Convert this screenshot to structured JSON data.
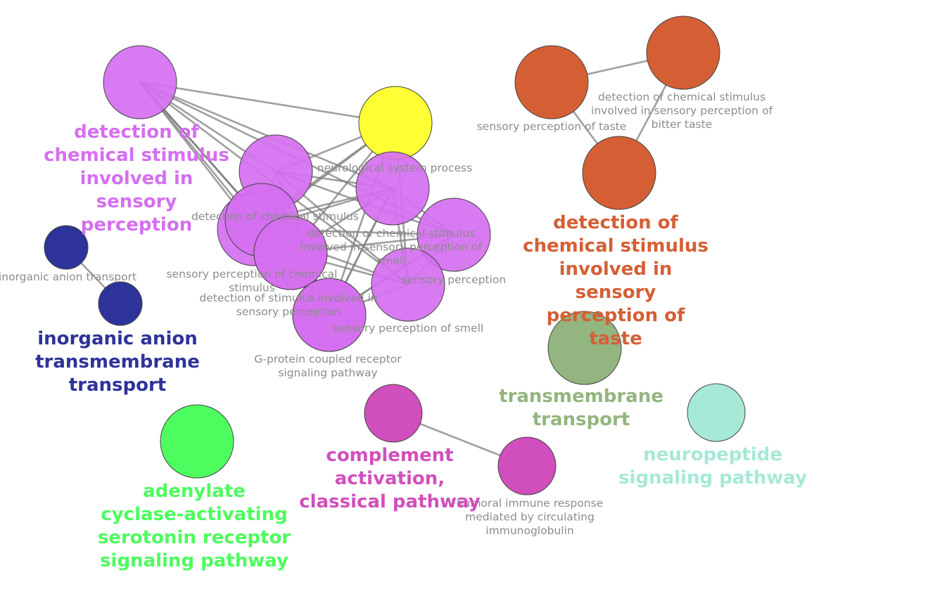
{
  "colors": {
    "violet": "#d56ff0",
    "yellow": "#ffff33",
    "orange": "#d55f35",
    "navy": "#2e3399",
    "sage": "#93b57f",
    "magenta": "#d14fbc",
    "green": "#4dfc5e",
    "mint": "#a6e9d7",
    "edge": "#7f7f7f",
    "node_label": "#8c8c8c"
  },
  "nodes": [
    {
      "id": "n1",
      "label": [],
      "color": "violet"
    },
    {
      "id": "n2",
      "label": [],
      "color": "yellow"
    },
    {
      "id": "n3",
      "label": [
        "neurological system process"
      ],
      "color": "violet"
    },
    {
      "id": "n4",
      "label": [],
      "color": "violet"
    },
    {
      "id": "n5",
      "label": [
        "detection of chemical stimulus"
      ],
      "color": "violet"
    },
    {
      "id": "n6",
      "label": [
        "detection of chemical stimulus",
        "involved in sensory perception of",
        "smell"
      ],
      "color": "violet"
    },
    {
      "id": "n7",
      "label": [
        "sensory perception of chemical",
        "stimulus"
      ],
      "color": "violet"
    },
    {
      "id": "n8",
      "label": [
        "sensory perception"
      ],
      "color": "violet"
    },
    {
      "id": "n9",
      "label": [],
      "color": "violet"
    },
    {
      "id": "n10",
      "label": [
        "detection of stimulus involved in",
        "sensory perception"
      ],
      "color": "violet"
    },
    {
      "id": "n11",
      "label": [
        "sensory perception of smell"
      ],
      "color": "violet"
    },
    {
      "id": "n12",
      "label": [
        "G-protein coupled receptor",
        "signaling pathway"
      ],
      "color": "violet"
    },
    {
      "id": "o1",
      "label": [
        "sensory perception of taste"
      ],
      "color": "orange"
    },
    {
      "id": "o2",
      "label": [
        "detection of chemical stimulus",
        "involved in sensory perception of",
        "bitter taste"
      ],
      "color": "orange"
    },
    {
      "id": "o3",
      "label": [],
      "color": "orange"
    },
    {
      "id": "b1",
      "label": [
        "inorganic anion transport"
      ],
      "color": "navy"
    },
    {
      "id": "b2",
      "label": [],
      "color": "navy"
    },
    {
      "id": "t1",
      "label": [],
      "color": "sage"
    },
    {
      "id": "m1",
      "label": [],
      "color": "magenta"
    },
    {
      "id": "m2",
      "label": [
        "humoral immune response",
        "mediated by circulating",
        "immunoglobulin"
      ],
      "color": "magenta"
    },
    {
      "id": "g1",
      "label": [],
      "color": "green"
    },
    {
      "id": "p1",
      "label": [],
      "color": "mint"
    }
  ],
  "edges": [
    [
      "n1",
      "n2"
    ],
    [
      "n1",
      "n4"
    ],
    [
      "n1",
      "n5"
    ],
    [
      "n1",
      "n6"
    ],
    [
      "n1",
      "n7"
    ],
    [
      "n1",
      "n8"
    ],
    [
      "n1",
      "n9"
    ],
    [
      "n1",
      "n10"
    ],
    [
      "n1",
      "n11"
    ],
    [
      "n1",
      "n3"
    ],
    [
      "n2",
      "n4"
    ],
    [
      "n2",
      "n5"
    ],
    [
      "n2",
      "n8"
    ],
    [
      "n2",
      "n9"
    ],
    [
      "n2",
      "n7"
    ],
    [
      "n2",
      "n11"
    ],
    [
      "n3",
      "n4"
    ],
    [
      "n3",
      "n5"
    ],
    [
      "n3",
      "n6"
    ],
    [
      "n3",
      "n7"
    ],
    [
      "n3",
      "n8"
    ],
    [
      "n3",
      "n9"
    ],
    [
      "n3",
      "n11"
    ],
    [
      "n3",
      "n12"
    ],
    [
      "n4",
      "n6"
    ],
    [
      "n4",
      "n8"
    ],
    [
      "n4",
      "n9"
    ],
    [
      "n4",
      "n11"
    ],
    [
      "n5",
      "n6"
    ],
    [
      "n5",
      "n8"
    ],
    [
      "n5",
      "n9"
    ],
    [
      "n5",
      "n11"
    ],
    [
      "n6",
      "n7"
    ],
    [
      "n6",
      "n8"
    ],
    [
      "n6",
      "n11"
    ],
    [
      "n6",
      "n12"
    ],
    [
      "n7",
      "n8"
    ],
    [
      "n7",
      "n11"
    ],
    [
      "n8",
      "n12"
    ],
    [
      "n9",
      "n11"
    ],
    [
      "o1",
      "o2"
    ],
    [
      "o1",
      "o3"
    ],
    [
      "o2",
      "o3"
    ],
    [
      "b1",
      "b2"
    ],
    [
      "m1",
      "m2"
    ]
  ],
  "clusters": [
    {
      "id": "c1",
      "lines": [
        "detection of",
        "chemical stimulus",
        "involved in",
        "sensory",
        "perception"
      ],
      "color": "violet"
    },
    {
      "id": "c2",
      "lines": [
        "detection of",
        "chemical stimulus",
        "involved in",
        "sensory",
        "perception of",
        "taste"
      ],
      "color": "orange"
    },
    {
      "id": "c3",
      "lines": [
        "inorganic anion",
        "transmembrane",
        "transport"
      ],
      "color": "navy"
    },
    {
      "id": "c4",
      "lines": [
        "transmembrane",
        "transport"
      ],
      "color": "sage"
    },
    {
      "id": "c5",
      "lines": [
        "complement",
        "activation,",
        "classical pathway"
      ],
      "color": "magenta"
    },
    {
      "id": "c6",
      "lines": [
        "neuropeptide",
        "signaling pathway"
      ],
      "color": "mint"
    },
    {
      "id": "c7",
      "lines": [
        "adenylate",
        "cyclase-activating",
        "serotonin receptor",
        "signaling pathway"
      ],
      "color": "green"
    }
  ]
}
